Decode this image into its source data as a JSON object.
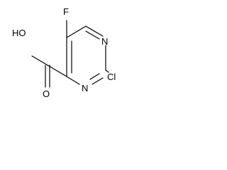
{
  "molecule": {
    "atoms": {
      "fluorine": "F",
      "chlorine": "Cl",
      "nitrogen_top": "N",
      "nitrogen_bottom": "N",
      "hydroxyl": "HO",
      "carbonyl_oxygen": "O"
    },
    "colors": {
      "bond": "#000000",
      "label": "#000000",
      "background": "#ffffff"
    }
  }
}
